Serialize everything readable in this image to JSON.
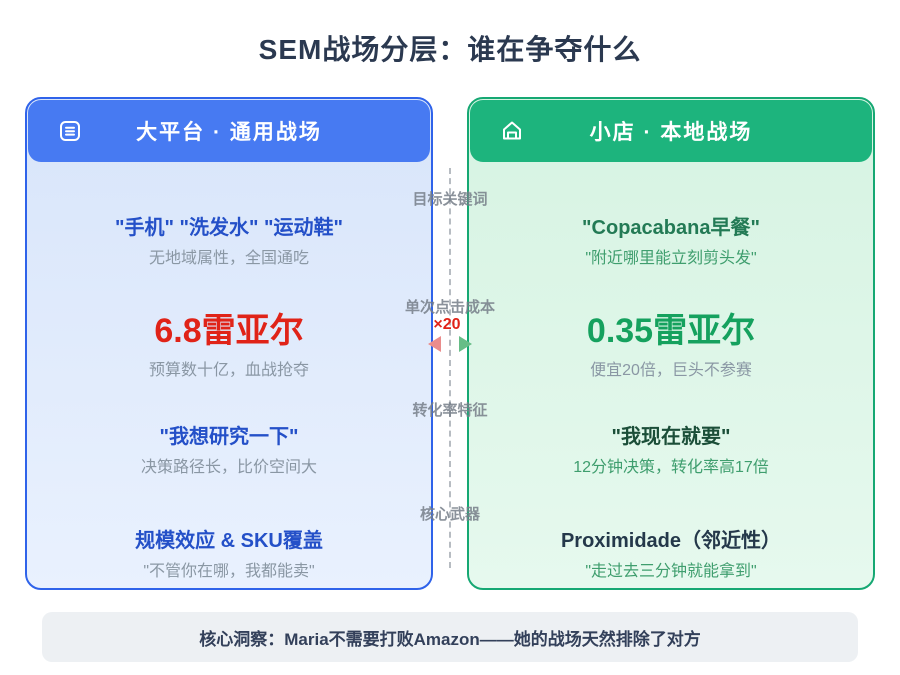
{
  "page": {
    "title": "SEM战场分层：谁在争夺什么"
  },
  "accent_colors": {
    "blue_header": "#477af2",
    "green_header": "#1db47d",
    "blue_text": "#2450c8",
    "green_text": "#15a15e",
    "red_highlight": "#e02318",
    "gray_text": "#8a97a4"
  },
  "left_card": {
    "icon": "list-icon",
    "header": "大平台 · 通用战场",
    "rows": [
      {
        "main": "\"手机\" \"洗发水\" \"运动鞋\"",
        "sub": "无地域属性，全国通吃"
      },
      {
        "main": "6.8雷亚尔",
        "sub": "预算数十亿，血战抢夺"
      },
      {
        "main": "\"我想研究一下\"",
        "sub": "决策路径长，比价空间大"
      },
      {
        "main": "规模效应 & SKU覆盖",
        "sub": "\"不管你在哪，我都能卖\""
      }
    ]
  },
  "right_card": {
    "icon": "storefront-icon",
    "header": "小店 · 本地战场",
    "rows": [
      {
        "main": "\"Copacabana早餐\"",
        "sub": "\"附近哪里能立刻剪头发\""
      },
      {
        "main": "0.35雷亚尔",
        "sub": "便宜20倍，巨头不参赛"
      },
      {
        "main": "\"我现在就要\"",
        "sub": "12分钟决策，转化率高17倍"
      },
      {
        "main": "Proximidade（邻近性）",
        "sub": "\"走过去三分钟就能拿到\""
      }
    ]
  },
  "axis": {
    "labels": [
      "目标关键词",
      "单次点击成本",
      "转化率特征",
      "核心武器"
    ],
    "multiplier": "×20"
  },
  "footer": {
    "insight": "核心洞察：Maria不需要打败Amazon——她的战场天然排除了对方"
  }
}
